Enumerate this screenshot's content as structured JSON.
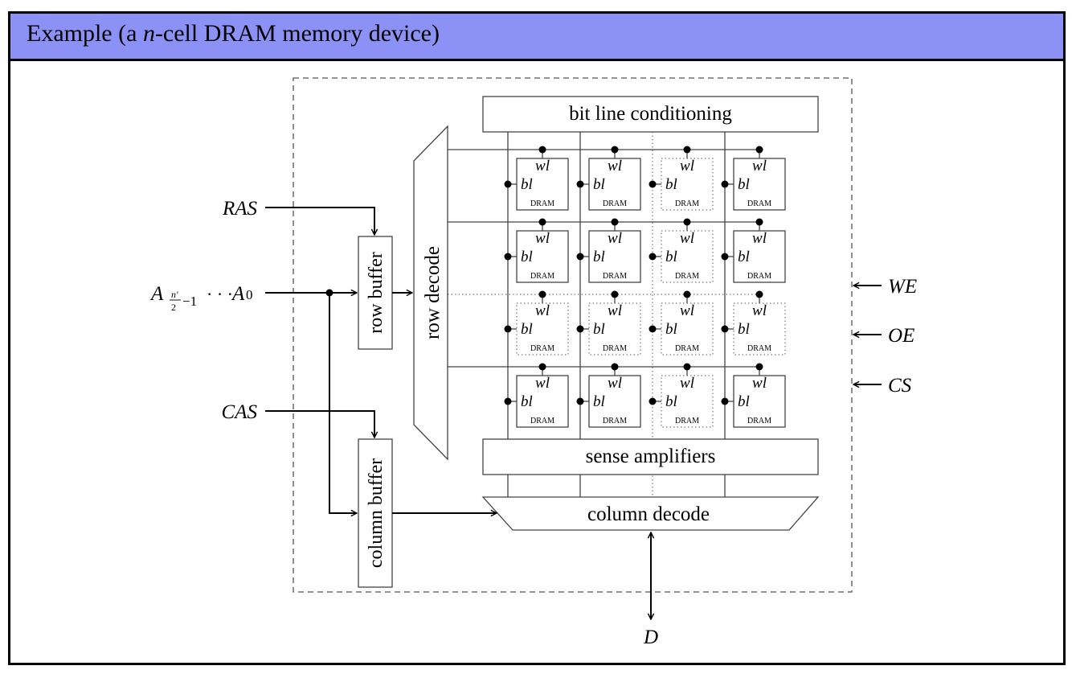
{
  "header": {
    "title_prefix": "Example (a ",
    "title_var": "n",
    "title_suffix": "-cell DRAM memory device)",
    "background": "#8c91f5"
  },
  "signals": {
    "ras": "RAS",
    "cas": "CAS",
    "address_main": "A",
    "address_sub_num": "n′",
    "address_sub_den": "2",
    "address_sub_tail": "−1",
    "address_dots": "· · ·",
    "address_low": "A",
    "address_low_sub": "0",
    "we": "WE",
    "oe": "OE",
    "cs": "CS",
    "data": "D"
  },
  "blocks": {
    "row_buffer": "row buffer",
    "column_buffer": "column buffer",
    "row_decode": "row decode",
    "bit_line_conditioning": "bit line conditioning",
    "sense_amplifiers": "sense amplifiers",
    "column_decode": "column decode"
  },
  "cell": {
    "wl": "wl",
    "bl": "bl",
    "name": "DRAM"
  },
  "grid": {
    "rows": 4,
    "cols": 4,
    "elided_row": 2,
    "elided_col": 2
  }
}
